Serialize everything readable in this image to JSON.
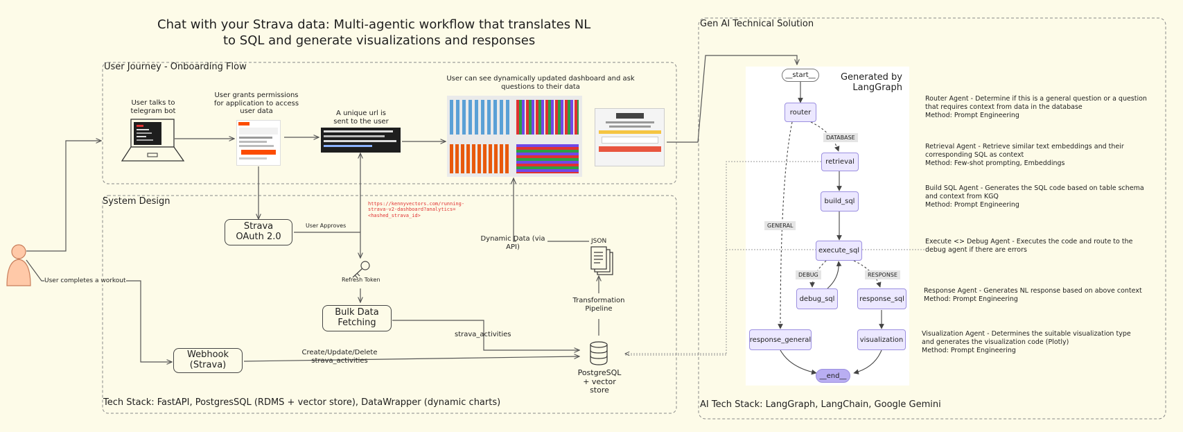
{
  "title_line1": "Chat with your Strava data: Multi-agentic workflow that translates NL",
  "title_line2": "to SQL and generate visualizations and responses",
  "sections": {
    "journey": "User Journey - Onboarding Flow",
    "system": "System Design",
    "genai": "Gen AI Technical Solution"
  },
  "journey": {
    "telegram": "User talks to telegram bot",
    "permissions": "User grants permissions for application to access user data",
    "unique_url": "A unique url is sent to the user",
    "dashboard": "User can see dynamically updated dashboard and ask questions to their data"
  },
  "system": {
    "oauth": "Strava OAuth 2.0",
    "user_approves": "User Approves",
    "url_text": "https://kennyvectors.com/running-strava-v2-dashboard?analytics=<hashed_strava_id>",
    "refresh_token": "Refresh Token",
    "bulk": "Bulk Data Fetching",
    "webhook": "Webhook (Strava)",
    "completes_workout": "User completes a workout",
    "strava_activities": "strava_activities",
    "crud": "Create/Update/Delete strava_activities",
    "dynamic_data": "Dynamic Data (via API)",
    "json": "JSON",
    "transform": "Transformation Pipeline",
    "postgres": "PostgreSQL + vector store",
    "tech_stack": "Tech Stack: FastAPI, PostgresSQL (RDMS + vector store), DataWrapper (dynamic charts)"
  },
  "genai": {
    "generated_by": "Generated by LangGraph",
    "nodes": {
      "start": "__start__",
      "router": "router",
      "retrieval": "retrieval",
      "build_sql": "build_sql",
      "execute_sql": "execute_sql",
      "debug_sql": "debug_sql",
      "response_sql": "response_sql",
      "response_general": "response_general",
      "visualization": "visualization",
      "end": "__end__"
    },
    "edge_labels": {
      "database": "DATABASE",
      "general": "GENERAL",
      "debug": "DEBUG",
      "response": "RESPONSE"
    },
    "agents": [
      {
        "title": "Router Agent - Determine if this is a general question or a question that requires context from data in the database",
        "method": "Method: Prompt Engineering"
      },
      {
        "title": "Retrieval Agent - Retrieve similar text embeddings and their corresponding SQL as context",
        "method": "Method: Few-shot prompting, Embeddings"
      },
      {
        "title": "Build SQL Agent - Generates the SQL code based on table schema and context from KGQ",
        "method": "Method: Prompt Engineering"
      },
      {
        "title": "Execute <> Debug Agent - Executes the code and route to the debug agent if there are errors",
        "method": ""
      },
      {
        "title": "Response Agent - Generates NL response based on above context",
        "method": "Method: Prompt Engineering"
      },
      {
        "title": "Visualization Agent - Determines the suitable visualization type and generates the visualization code (Plotly)",
        "method": "Method: Prompt Engineering"
      }
    ],
    "tech_stack": "AI Tech Stack: LangGraph, LangChain, Google Gemini"
  },
  "icons": [
    "person-icon",
    "laptop-icon",
    "key-icon",
    "documents-icon",
    "database-icon"
  ],
  "colors": {
    "background": "#fdfbe8",
    "node_fill": "#ece8ff",
    "node_border": "#9b8fe0",
    "end_fill": "#b9aef2",
    "url_red": "#e03131",
    "person": "#ffc9a8"
  }
}
